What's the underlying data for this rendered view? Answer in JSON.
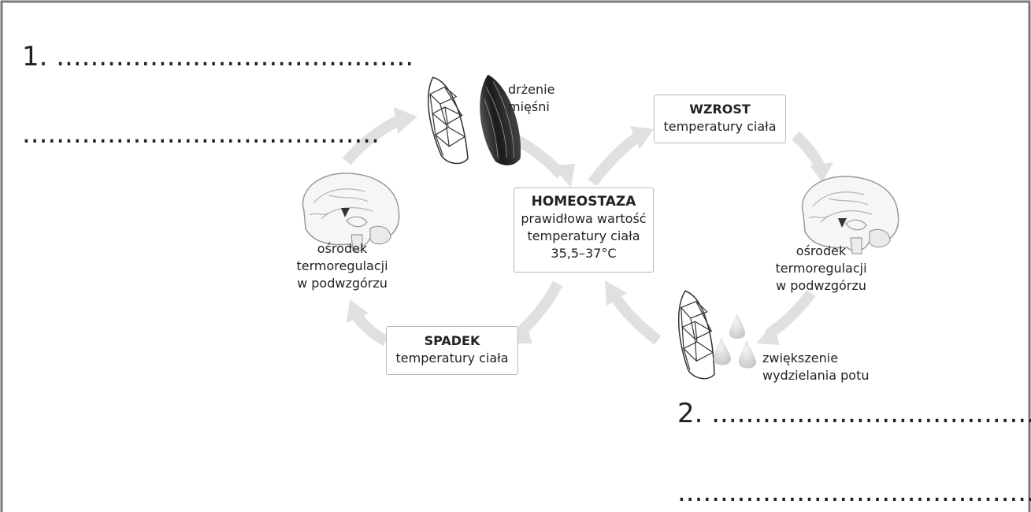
{
  "answer_lines": {
    "line1_first": "1. ..........................................",
    "line1_second": "..........................................",
    "line2_first": "2. ..........................................",
    "line2_second": ".........................................."
  },
  "center": {
    "title": "HOMEOSTAZA",
    "line1": "prawidłowa wartość",
    "line2": "temperatury ciała",
    "line3": "35,5–37°C"
  },
  "increase": {
    "title": "WZROST",
    "subtitle": "temperatury ciała"
  },
  "decrease": {
    "title": "SPADEK",
    "subtitle": "temperatury ciała"
  },
  "left_center": {
    "line1": "ośrodek",
    "line2": "termoregulacji",
    "line3": "w podwzgórzu"
  },
  "right_center": {
    "line1": "ośrodek",
    "line2": "termoregulacji",
    "line3": "w podwzgórzu"
  },
  "shivering": {
    "line1": "drżenie",
    "line2": "mięśni"
  },
  "sweating": {
    "line1": "zwiększenie",
    "line2": "wydzielania potu"
  },
  "colors": {
    "border": "#7a7a7a",
    "arrow": "#dcdcdc",
    "box_border": "#b9b9b9",
    "muscle_dark": "#333333"
  },
  "icons": [
    "brain-icon",
    "blood-vessel-icon",
    "muscle-icon",
    "sweat-drops-icon"
  ]
}
